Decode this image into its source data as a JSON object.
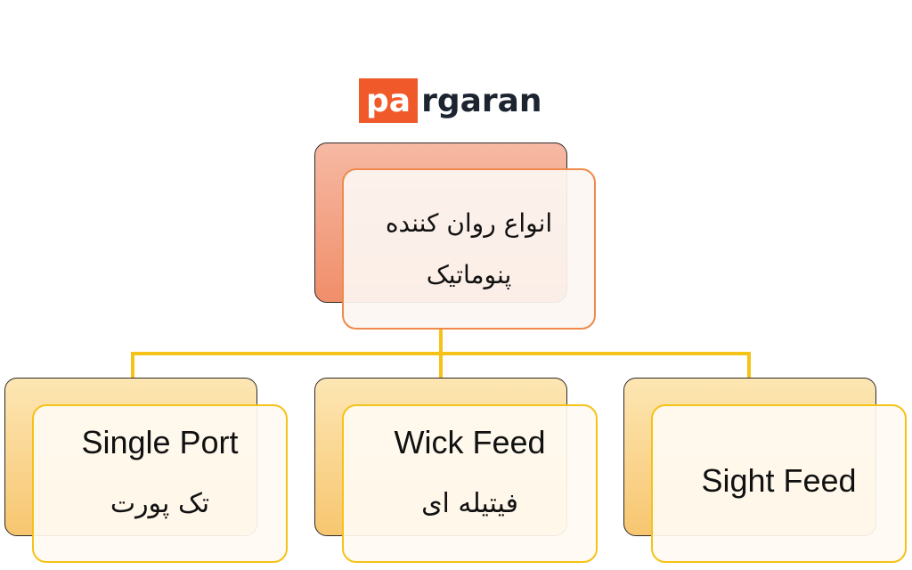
{
  "logo": {
    "highlight": "pa",
    "rest": "rgaran"
  },
  "root": {
    "line1": "انواع روان کننده",
    "line2": "پنوماتیک"
  },
  "children": [
    {
      "en": "Single Port",
      "fa": "تک پورت"
    },
    {
      "en": "Wick Feed",
      "fa": "فیتیله ای"
    },
    {
      "en": "Sight Feed",
      "fa": ""
    }
  ],
  "colors": {
    "logo": "#f0592a",
    "connector": "#f5c217",
    "root_border": "#ef8a4c",
    "leaf_border": "#f5c217"
  }
}
